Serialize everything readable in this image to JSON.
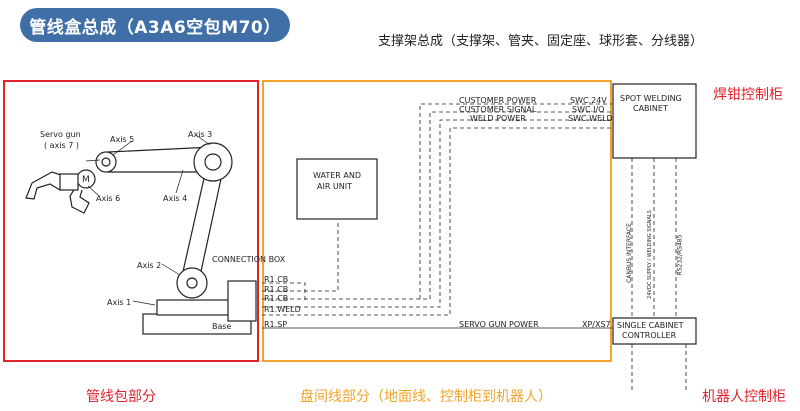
{
  "header": {
    "title": "管线盒总成（A3A6空包M70）",
    "subtitle": "支撑架总成（支撑架、管夹、固定座、球形套、分线器）"
  },
  "captions": {
    "welding_cabinet": "焊钳控制柜",
    "hose_package": "管线包部分",
    "inter_cabinet": "盘间线部分（地面线、控制柜到机器人）",
    "robot_cabinet": "机器人控制柜"
  },
  "robot": {
    "servo_gun": "Servo gun",
    "axis7": "( axis 7 )",
    "axis1": "Axis 1",
    "axis2": "Axis 2",
    "axis3": "Axis 3",
    "axis4": "Axis 4",
    "axis5": "Axis 5",
    "axis6": "Axis 6",
    "motor": "M",
    "base": "Base",
    "connection_box": "CONNECTION BOX"
  },
  "connectors": [
    "R1.CB",
    "R1.CB",
    "R1.CB",
    "R1.WELD",
    "R1.SP"
  ],
  "boxes": {
    "water_air": [
      "WATER AND",
      "AIR UNIT"
    ],
    "spot_welding": [
      "SPOT WELDING",
      "CABINET"
    ],
    "single_cabinet": [
      "SINGLE CABINET",
      "CONTROLLER"
    ]
  },
  "lines": {
    "customer_power": "CUSTOMER POWER",
    "customer_signal": "CUSTOMER SIGNAL",
    "weld_power": "WELD POWER",
    "servo_gun_power": "SERVO GUN POWER",
    "swc_24v": "SWC.24V",
    "swc_io": "SWC.I/O",
    "swc_weld": "SWC.WELD",
    "xp_xs7": "XP/XS7"
  },
  "vertical_labels": {
    "canbus": "CANBUS INTERFACE",
    "supply": "24VDC SUPPLY / WELDING SIGNALS",
    "rs": "RS232/RS485"
  },
  "colors": {
    "title_bg": "#3f6fa6",
    "red_frame": "#e0242b",
    "orange_frame": "#f2a52a"
  }
}
